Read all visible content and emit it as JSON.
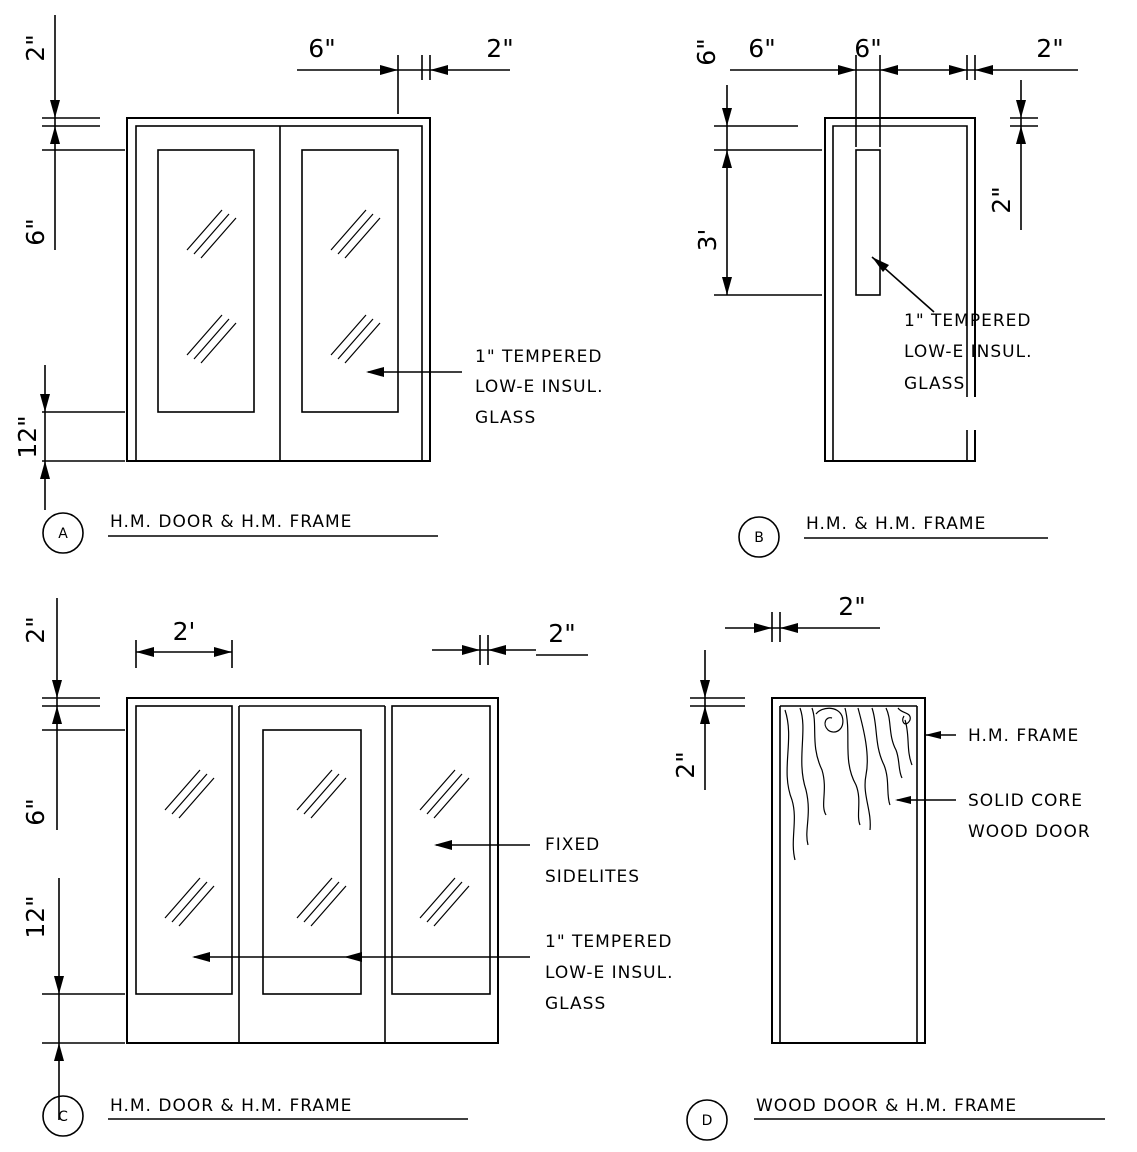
{
  "detail_a": {
    "bubble": "A",
    "title": "H.M. DOOR & H.M. FRAME",
    "dims": {
      "top": "2\"",
      "top_right_a": "6\"",
      "top_right_b": "2\"",
      "left_mid": "6\"",
      "left_bottom": "12\""
    },
    "note": [
      "1\" TEMPERED",
      "LOW-E INSUL.",
      "GLASS"
    ]
  },
  "detail_b": {
    "bubble": "B",
    "title": "H.M. & H.M. FRAME",
    "dims": {
      "top_left_vert": "6\"",
      "top_a": "6\"",
      "top_b": "6\"",
      "top_c": "2\"",
      "left": "3'",
      "right": "2\""
    },
    "note": [
      "1\" TEMPERED",
      "LOW-E INSUL.",
      "GLASS"
    ]
  },
  "detail_c": {
    "bubble": "C",
    "title": "H.M. DOOR & H.M. FRAME",
    "dims": {
      "top": "2\"",
      "top_a": "2'",
      "top_b": "2\"",
      "left_mid": "6\"",
      "left_bottom": "12\""
    },
    "note_fixed": [
      "FIXED",
      "SIDELITES"
    ],
    "note_glass": [
      "1\" TEMPERED",
      "LOW-E INSUL.",
      "GLASS"
    ]
  },
  "detail_d": {
    "bubble": "D",
    "title": "WOOD DOOR & H.M. FRAME",
    "dims": {
      "top": "2\"",
      "left": "2\""
    },
    "note_frame": "H.M. FRAME",
    "note_door": [
      "SOLID CORE",
      "WOOD DOOR"
    ]
  }
}
